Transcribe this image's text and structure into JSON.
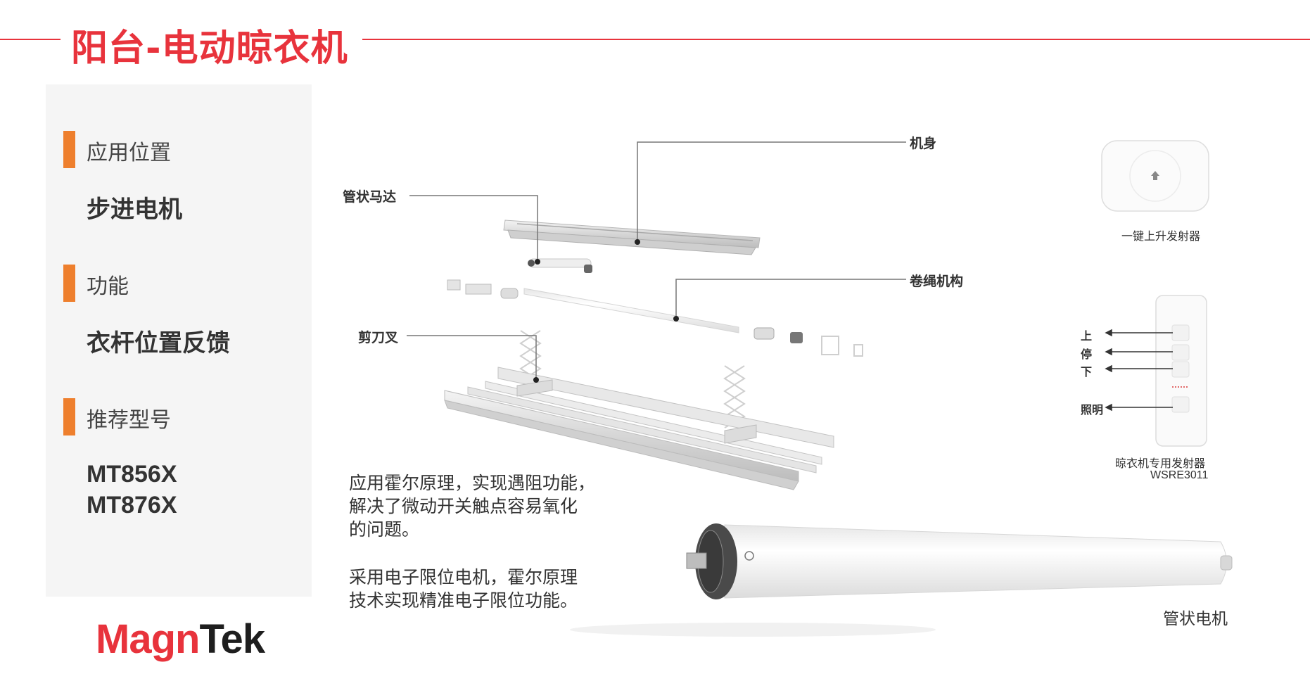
{
  "header": {
    "title": "阳台-电动晾衣机"
  },
  "sidebar": {
    "sections": [
      {
        "label": "应用位置",
        "value": "步进电机"
      },
      {
        "label": "功能",
        "value": "衣杆位置反馈"
      },
      {
        "label": "推荐型号",
        "models": [
          "MT856X",
          "MT876X"
        ]
      }
    ]
  },
  "description": {
    "paragraph1": [
      "应用霍尔原理，实现遇阻功能，",
      "解决了微动开关触点容易氧化",
      "的问题。"
    ],
    "paragraph2": [
      "采用电子限位电机，霍尔原理",
      "技术实现精准电子限位功能。"
    ]
  },
  "diagram": {
    "labels": {
      "body": "机身",
      "tube_motor": "管状马达",
      "rope_mechanism": "卷绳机构",
      "scissor": "剪刀叉"
    },
    "one_key_remote": {
      "caption": "一键上升发射器"
    },
    "remote": {
      "buttons": [
        "上",
        "停",
        "下",
        "照明"
      ],
      "caption": "晾衣机专用发射器",
      "model": "WSRE3011"
    },
    "motor_caption": "管状电机"
  },
  "logo": {
    "part1": "Magn",
    "part2": "Tek"
  },
  "colors": {
    "accent_red": "#e8333c",
    "accent_orange": "#ee7f2d",
    "panel_bg": "#f5f5f5"
  }
}
